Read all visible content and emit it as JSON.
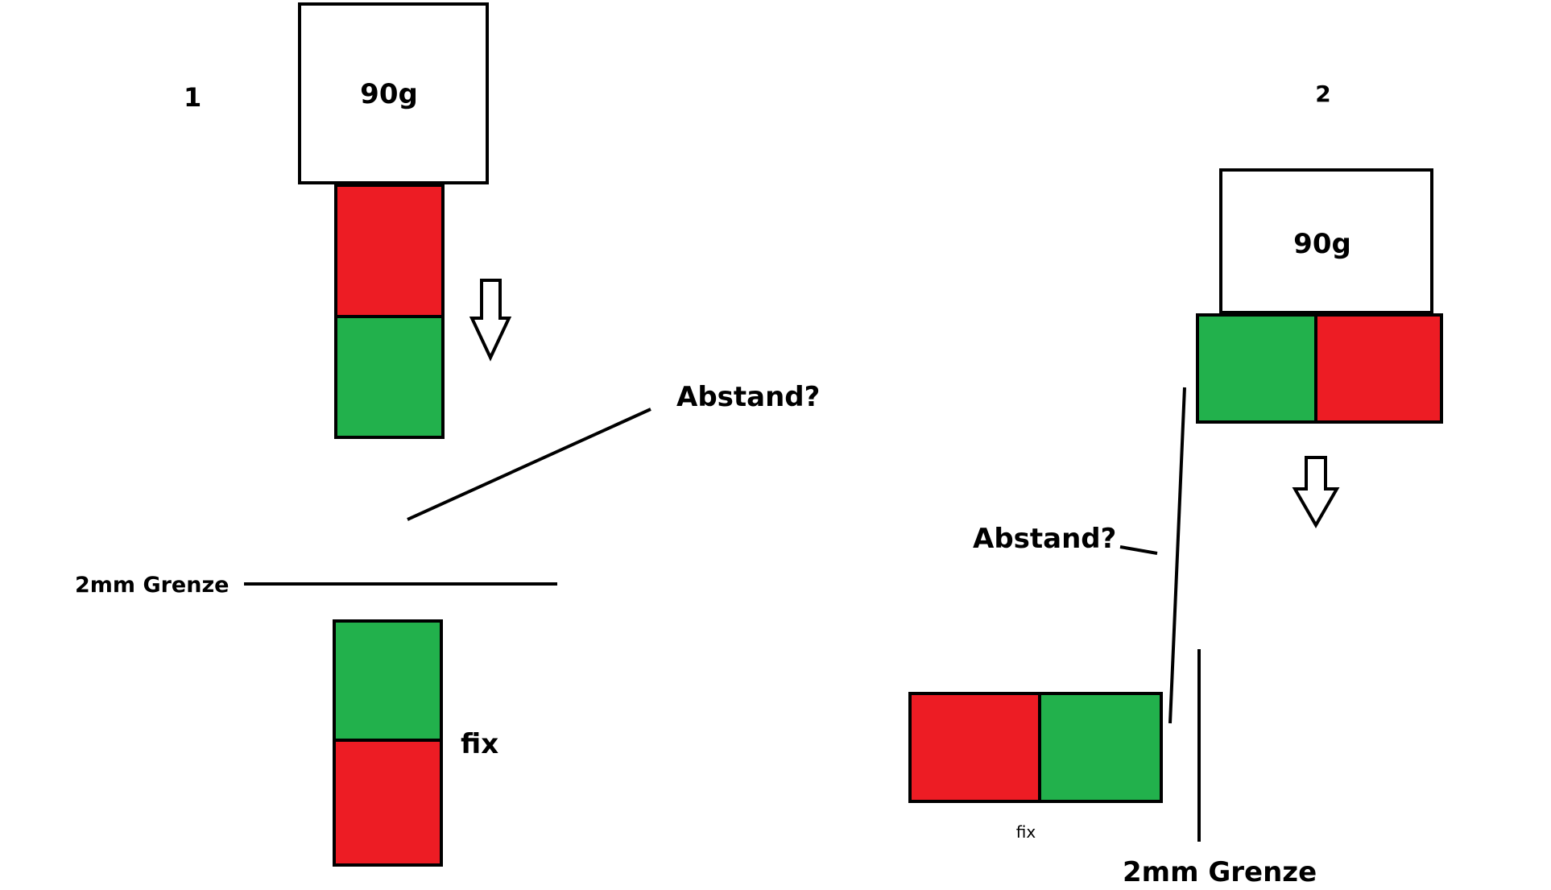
{
  "colors": {
    "red": "#ed1c24",
    "green": "#22b14c",
    "stroke": "#000000",
    "background": "#ffffff"
  },
  "scenario1": {
    "label": "1",
    "weight_label": "90g",
    "distance_label": "Abstand?",
    "limit_label": "2mm Grenze",
    "fixed_label": "fix"
  },
  "scenario2": {
    "label": "2",
    "weight_label": "90g",
    "distance_label": "Abstand?",
    "limit_label": "2mm Grenze",
    "fixed_label": "fix"
  },
  "icons": {
    "scenario1_arrow": "arrow-down-icon",
    "scenario2_arrow": "arrow-down-icon"
  }
}
